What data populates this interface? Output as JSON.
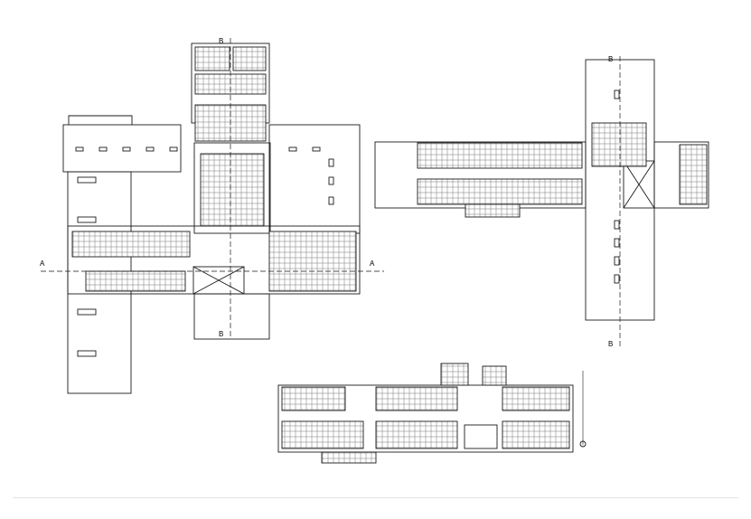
{
  "drawing": {
    "section_labels": {
      "a_left": "A",
      "a_right": "A",
      "b_top_plan1": "B",
      "b_bottom_plan1": "B",
      "b_top_plan2": "B",
      "b_bottom_plan2": "B"
    },
    "colors": {
      "line": "#1a1a1a",
      "thin_line": "#555555",
      "background": "#ffffff",
      "divider": "#e3e3e3"
    }
  }
}
